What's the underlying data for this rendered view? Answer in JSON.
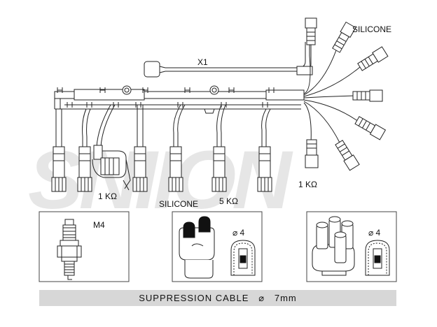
{
  "watermark": "SNIION",
  "labels": {
    "silicone_top": "SILICONE",
    "x1": "X1",
    "res_left": "1 KΩ",
    "silicone_bottom": "SILICONE",
    "res_mid": "5 KΩ",
    "res_right": "1 KΩ"
  },
  "panels": {
    "plug": {
      "label": "M4"
    },
    "cap_left": {
      "label": "⌀ 4"
    },
    "cap_right": {
      "label": "⌀ 4"
    }
  },
  "footer": {
    "text": "SUPPRESSION CABLE   ⌀   7mm"
  }
}
